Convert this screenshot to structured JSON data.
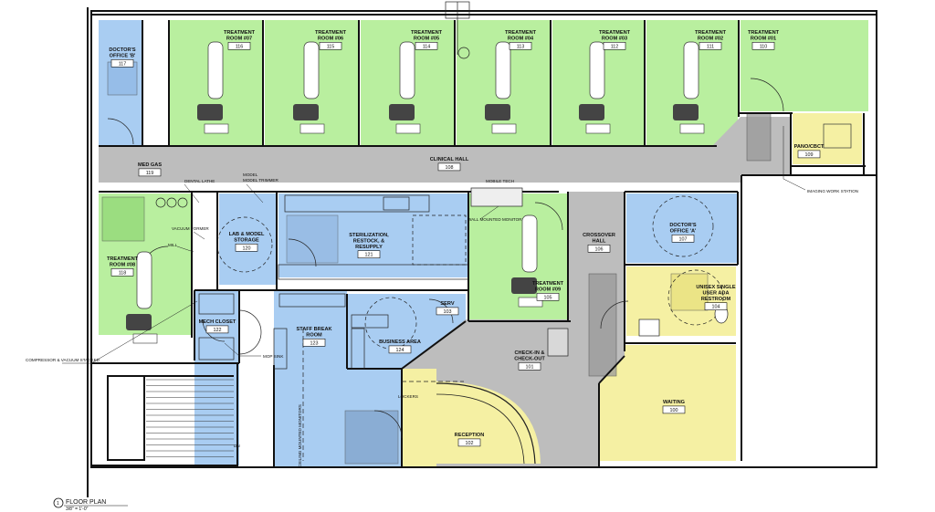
{
  "colors": {
    "treatment": "#b9ef9f",
    "office": "#a9cdf2",
    "hall": "#bdbdbd",
    "public": "#f5f0a3",
    "wall": "#111111"
  },
  "rooms": [
    {
      "id": "r117",
      "name": "DOCTOR'S OFFICE 'B'",
      "number": "117"
    },
    {
      "id": "r116",
      "name": "TREATMENT ROOM #07",
      "number": "116"
    },
    {
      "id": "r115",
      "name": "TREATMENT ROOM #06",
      "number": "115"
    },
    {
      "id": "r114",
      "name": "TREATMENT ROOM #05",
      "number": "114"
    },
    {
      "id": "r113",
      "name": "TREATMENT ROOM #04",
      "number": "113"
    },
    {
      "id": "r112",
      "name": "TREATMENT ROOM #03",
      "number": "112"
    },
    {
      "id": "r111",
      "name": "TREATMENT ROOM #02",
      "number": "111"
    },
    {
      "id": "r110",
      "name": "TREATMENT ROOM #01",
      "number": "110"
    },
    {
      "id": "r109",
      "name": "PANO/CBCT",
      "number": "109"
    },
    {
      "id": "r119",
      "name": "MED GAS",
      "number": "119"
    },
    {
      "id": "r108",
      "name": "CLINICAL HALL",
      "number": "108"
    },
    {
      "id": "r118",
      "name": "TREATMENT ROOM #08",
      "number": "118"
    },
    {
      "id": "r120",
      "name": "LAB & MODEL STORAGE",
      "number": "120"
    },
    {
      "id": "r121",
      "name": "STERILIZATION, RESTOCK, & RESUPPLY",
      "number": "121"
    },
    {
      "id": "r105",
      "name": "TREATMENT ROOM #09",
      "number": "105"
    },
    {
      "id": "r106",
      "name": "CROSSOVER HALL",
      "number": "106"
    },
    {
      "id": "r107",
      "name": "DOCTOR'S OFFICE 'A'",
      "number": "107"
    },
    {
      "id": "r122",
      "name": "MECH CLOSET",
      "number": "122"
    },
    {
      "id": "r123",
      "name": "STAFF BREAK ROOM",
      "number": "123"
    },
    {
      "id": "r103",
      "name": "SERV",
      "number": "103"
    },
    {
      "id": "r124",
      "name": "BUSINESS AREA",
      "number": "124"
    },
    {
      "id": "r104",
      "name": "UNISEX SINGLE USER ADA RESTROOM",
      "number": "104"
    },
    {
      "id": "r101",
      "name": "CHECK-IN & CHECK-OUT",
      "number": "101"
    },
    {
      "id": "r100",
      "name": "WAITING",
      "number": "100"
    },
    {
      "id": "r102",
      "name": "RECEPTION",
      "number": "102"
    }
  ],
  "notes": {
    "dental_lathe": "DENTAL LATHE",
    "model_trimmer": "MODEL TRIMMER",
    "mobile_tech": "MOBILE TECH",
    "wall_monitor": "WALL MOUNTED MONITOR",
    "vacuum_former": "VACUUM FORMER",
    "mill": "MILL",
    "compressor": "COMPRESSOR & VACUUM STACKED",
    "mop_sink": "MOP SINK",
    "ceiling_monitors": "CEILING MOUNTED MONITORS",
    "lockers": "LOCKERS",
    "imaging": "IMAGING WORK STATION",
    "dn": "DN"
  },
  "drawing": {
    "title": "FLOOR PLAN",
    "scale": "3/8\" = 1'-0\"",
    "tag": "1"
  }
}
